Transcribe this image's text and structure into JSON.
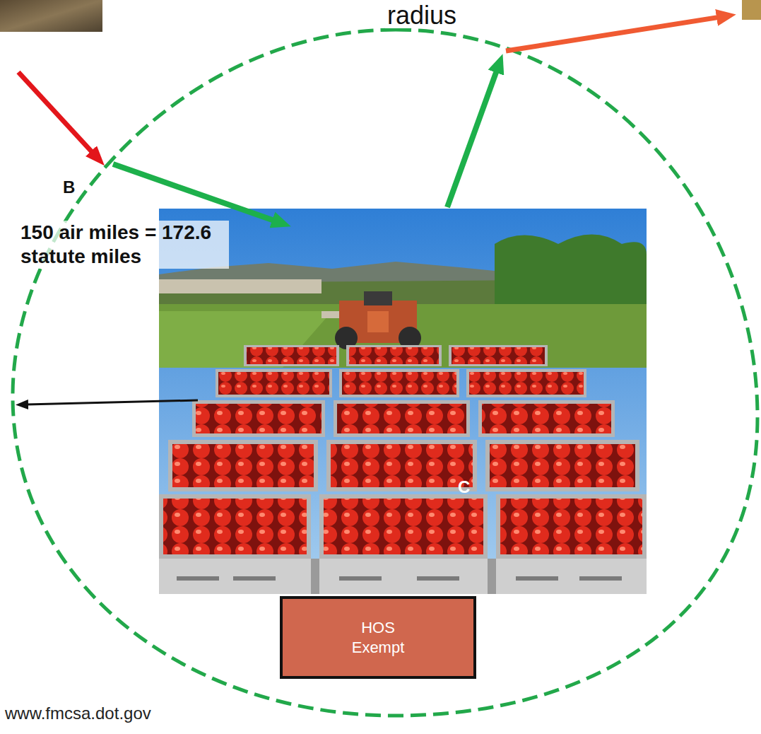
{
  "diagram": {
    "nodes": [
      {
        "text": [
          "HOS Exempt"
        ]
      }
    ],
    "labels": [
      "radius",
      "B",
      "150 air miles = 172.6 statute miles",
      "C",
      "www.fmcsa.dot.gov"
    ]
  }
}
